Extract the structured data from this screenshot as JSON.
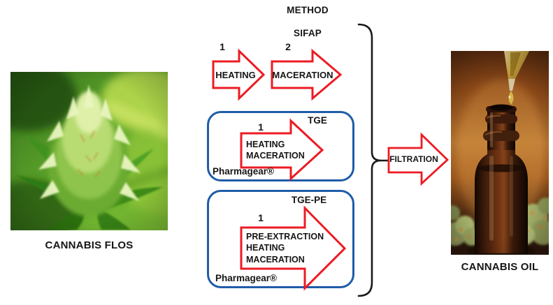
{
  "colors": {
    "red": "#EC1B23",
    "blue": "#1F5CA8",
    "line": "#1A1A1A"
  },
  "header": {
    "title": "METHOD"
  },
  "source": {
    "caption": "CANNABIS FLOS"
  },
  "output": {
    "caption": "CANNABIS OIL"
  },
  "filtration": {
    "label": "FILTRATION"
  },
  "methods": {
    "sifap": {
      "name": "SIFAP",
      "steps": [
        {
          "num": "1",
          "label": "HEATING"
        },
        {
          "num": "2",
          "label": "MACERATION"
        }
      ]
    },
    "tge": {
      "name": "TGE",
      "num": "1",
      "lines": [
        "HEATING",
        "MACERATION"
      ],
      "brand": "Pharmagear®"
    },
    "tge_pe": {
      "name": "TGE-PE",
      "num": "1",
      "lines": [
        "PRE-EXTRACTION",
        "HEATING",
        "MACERATION"
      ],
      "brand": "Pharmagear®"
    }
  }
}
